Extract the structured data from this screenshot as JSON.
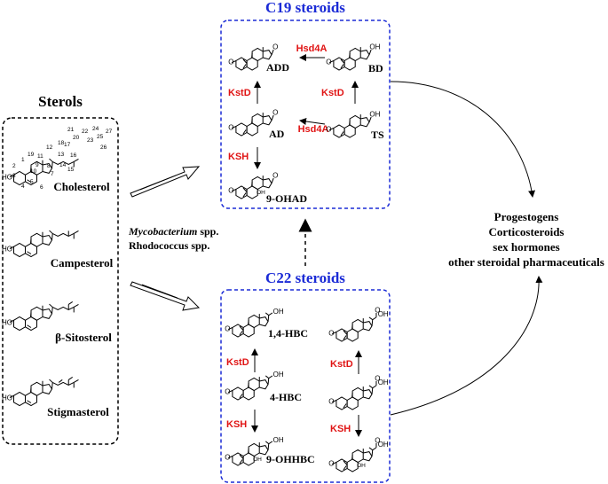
{
  "colors": {
    "box_c19": "#1b2bd6",
    "box_c22": "#1b2bd6",
    "enzyme": "#e01414",
    "text": "#000000"
  },
  "sterols": {
    "title": "Sterols",
    "compounds": [
      "Cholesterol",
      "Campesterol",
      "β-Sitosterol",
      "Stigmasterol"
    ],
    "atom_label": "HO",
    "carbon_numbers": [
      "1",
      "2",
      "3",
      "4",
      "5",
      "6",
      "7",
      "8",
      "9",
      "10",
      "11",
      "12",
      "13",
      "14",
      "15",
      "16",
      "17",
      "18",
      "19",
      "20",
      "21",
      "22",
      "23",
      "24",
      "25",
      "26",
      "27"
    ]
  },
  "organisms": {
    "genus": "Mycobacterium",
    "genus_suffix": " spp.",
    "second": "Rhodococcus spp."
  },
  "c19": {
    "title": "C19 steroids",
    "compounds": {
      "add": "ADD",
      "bd": "BD",
      "ad": "AD",
      "ts": "TS",
      "ohad": "9-OHAD"
    },
    "enzymes": {
      "hsd4a_top": "Hsd4A",
      "kstd_left": "KstD",
      "kstd_right": "KstD",
      "hsd4a_mid": "Hsd4A",
      "ksh": "KSH"
    }
  },
  "c22": {
    "title": "C22 steroids",
    "compounds": {
      "hbc14": "1,4-HBC",
      "hbc4": "4-HBC",
      "ohhbc": "9-OHHBC"
    },
    "enzymes": {
      "kstd_left": "KstD",
      "kstd_right": "KstD",
      "ksh_left": "KSH",
      "ksh_right": "KSH"
    }
  },
  "atoms": {
    "oxygen": "O",
    "hydroxyl": "OH",
    "acid_oh": "OH"
  },
  "products": [
    "Progestogens",
    "Corticosteroids",
    "sex hormones",
    "other steroidal pharmaceuticals"
  ]
}
